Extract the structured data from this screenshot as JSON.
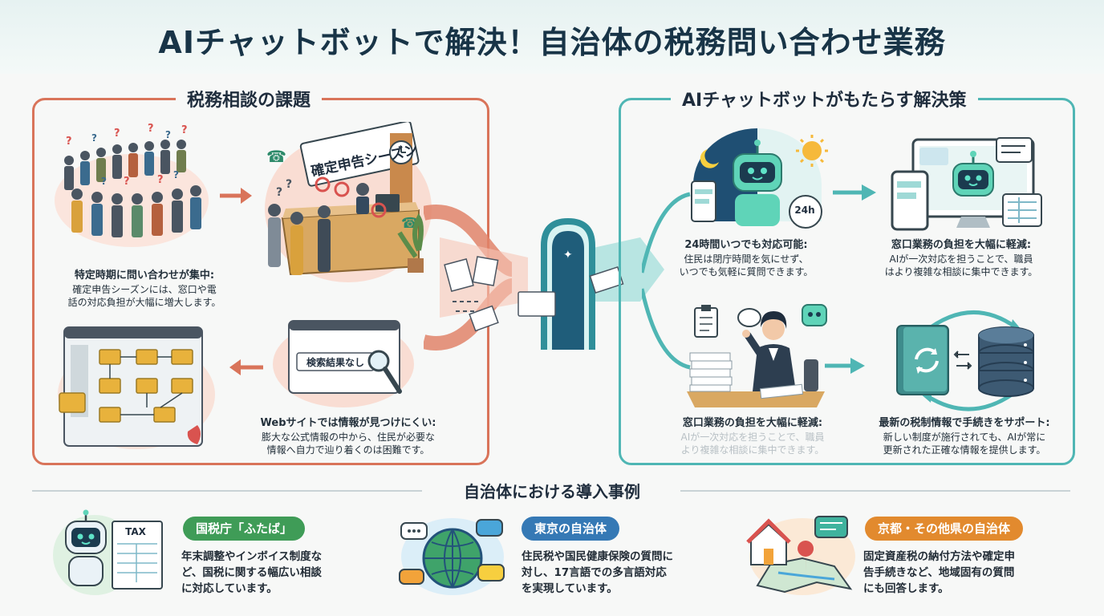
{
  "title": "AIチャットボットで解決！自治体の税務問い合わせ業務",
  "left_panel": {
    "title": "税務相談の課題",
    "item1": {
      "heading": "特定時期に問い合わせが集中:",
      "line1": "確定申告シーズンには、窓口や電",
      "line2": "話の対応負担が大幅に増大します。"
    },
    "counter_sign": "確定申告シーズン",
    "search_box": "検索結果なし",
    "item2": {
      "heading": "Webサイトでは情報が見つけにくい:",
      "line1": "膨大な公式情報の中から、住民が必要な",
      "line2": "情報へ自力で辿り着くのは困難です。"
    }
  },
  "right_panel": {
    "title": "AIチャットボットがもたらす解決策",
    "badge_24h": "24h",
    "item1": {
      "heading": "24時間いつでも対応可能:",
      "line1": "住民は閉庁時間を気にせず、",
      "line2": "いつでも気軽に質問できます。"
    },
    "item2": {
      "heading": "窓口業務の負担を大幅に軽減:",
      "line1": "AIが一次対応を担うことで、職員",
      "line2": "はより複雑な相談に集中できます。"
    },
    "item3": {
      "heading": "窓口業務の負担を大幅に軽減:",
      "line1": "AIが一次対応を担うことで、職員",
      "line2": "より複雑な相談に集中できます。"
    },
    "item4": {
      "heading": "最新の税制情報で手続きをサポート:",
      "line1": "新しい制度が施行されても、AIが常に",
      "line2": "更新された正確な情報を提供します。"
    }
  },
  "cases": {
    "title": "自治体における導入事例",
    "case1": {
      "badge": "国税庁「ふたば」",
      "tax_label": "TAX",
      "line1": "年末調整やインボイス制度な",
      "line2": "ど、国税に関する幅広い相談",
      "line3": "に対応しています。",
      "color": "#3f9c57"
    },
    "case2": {
      "badge": "東京の自治体",
      "line1": "住民税や国民健康保険の質問に",
      "line2": "対し、17言語での多言語対応",
      "line3": "を実現しています。",
      "color": "#3579b5"
    },
    "case3": {
      "badge": "京都・その他県の自治体",
      "line1": "固定資産税の納付方法や確定申",
      "line2": "告手続きなど、地域固有の質問",
      "line3": "にも回答します。",
      "color": "#e28a2e"
    }
  },
  "colors": {
    "left_accent": "#d9745a",
    "right_accent": "#4fb6b4",
    "title_text": "#183447"
  }
}
